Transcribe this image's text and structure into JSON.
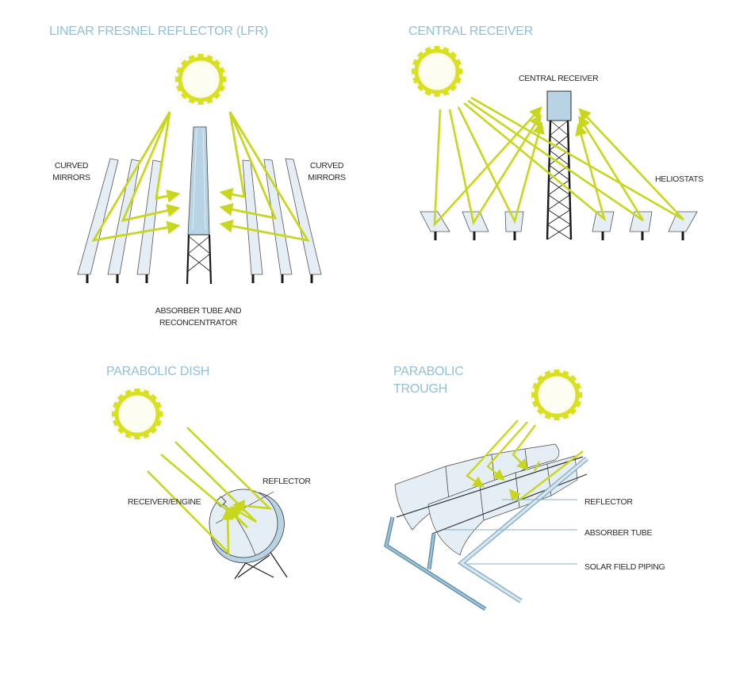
{
  "colors": {
    "title": "#8fbfdb",
    "ray": "#c8d61e",
    "sun_ring": "#d8e020",
    "mirror_fill": "#e4eef4",
    "receiver_fill": "#b8d4e4",
    "structure": "#1a1a1a",
    "pipe": "#7fadc6",
    "pipe_light": "#c9dde9",
    "leader_line": "#7fb3cf",
    "label": "#2a2a2a"
  },
  "panels": {
    "lfr": {
      "title": "LINEAR FRESNEL REFLECTOR (LFR)",
      "labels": {
        "mirrors_left": [
          "CURVED",
          "MIRRORS"
        ],
        "mirrors_right": [
          "CURVED",
          "MIRRORS"
        ],
        "absorber": [
          "ABSORBER TUBE AND",
          "RECONCENTRATOR"
        ]
      },
      "icons": [
        "sun-icon",
        "absorber-tower-icon",
        "curved-mirror-icon"
      ]
    },
    "central_receiver": {
      "title": "CENTRAL RECEIVER",
      "labels": {
        "receiver": "CENTRAL RECEIVER",
        "heliostats": "HELIOSTATS"
      },
      "heliostat_count": 6,
      "icons": [
        "sun-icon",
        "tower-icon",
        "heliostat-icon"
      ]
    },
    "parabolic_dish": {
      "title": "PARABOLIC DISH",
      "labels": {
        "reflector": "REFLECTOR",
        "receiver": "RECEIVER/ENGINE"
      },
      "icons": [
        "sun-icon",
        "dish-icon"
      ]
    },
    "parabolic_trough": {
      "title_lines": [
        "PARABOLIC",
        "TROUGH"
      ],
      "labels": {
        "reflector": "REFLECTOR",
        "absorber": "ABSORBER TUBE",
        "piping": "SOLAR FIELD PIPING"
      },
      "icons": [
        "sun-icon",
        "trough-icon"
      ]
    }
  }
}
